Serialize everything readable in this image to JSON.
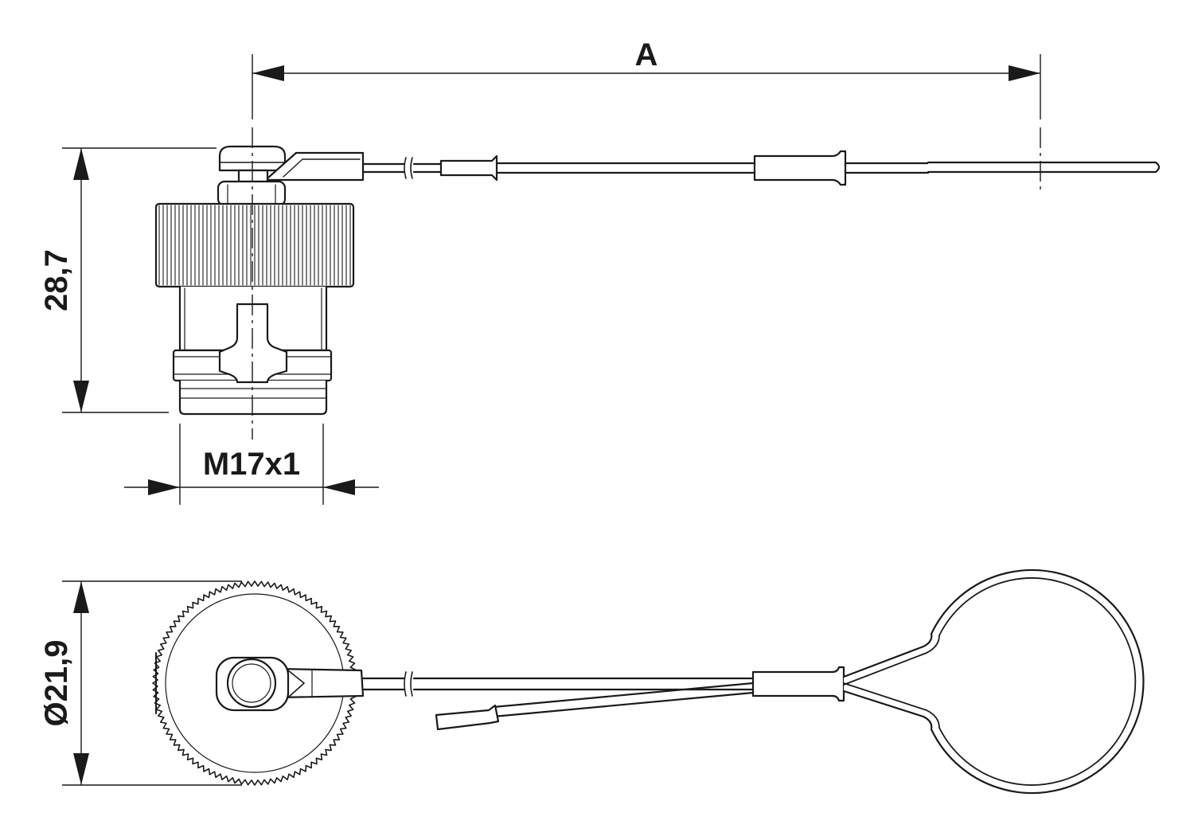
{
  "dimensions": {
    "length": "A",
    "height": "28,7",
    "thread": "M17x1",
    "diameter": "Ø21,9"
  },
  "colors": {
    "line": "#1a1a1a",
    "background": "#ffffff"
  }
}
